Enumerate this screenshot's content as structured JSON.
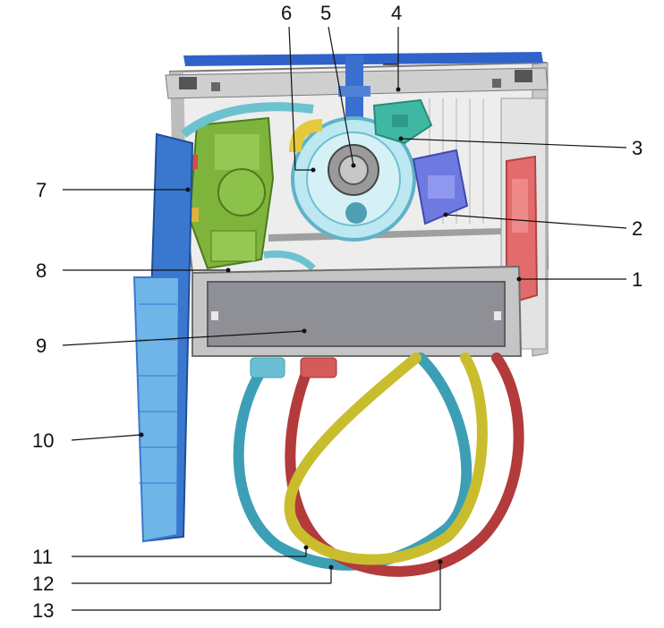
{
  "diagram": {
    "subject": "dishwasher cutaway illustration",
    "colors": {
      "frame": "#9a9a9a",
      "top_rail": "#2f63c9",
      "door_panel": "#3a78d0",
      "water_pocket": "#7fb43c",
      "sump": "#9fd9e6",
      "pump_motor": "#6f7ae0",
      "side_block": "#e36b6b",
      "base_panel": "#8f8f96",
      "hose_blue": "#3d9fb6",
      "hose_red": "#b33b3b",
      "hose_yellow": "#c9bd2e",
      "connector": "#3fb8a3"
    },
    "callouts": [
      {
        "id": "1",
        "label": "1"
      },
      {
        "id": "2",
        "label": "2"
      },
      {
        "id": "3",
        "label": "3"
      },
      {
        "id": "4",
        "label": "4"
      },
      {
        "id": "5",
        "label": "5"
      },
      {
        "id": "6",
        "label": "6"
      },
      {
        "id": "7",
        "label": "7"
      },
      {
        "id": "8",
        "label": "8"
      },
      {
        "id": "9",
        "label": "9"
      },
      {
        "id": "10",
        "label": "10"
      },
      {
        "id": "11",
        "label": "11"
      },
      {
        "id": "12",
        "label": "12"
      },
      {
        "id": "13",
        "label": "13"
      }
    ]
  }
}
